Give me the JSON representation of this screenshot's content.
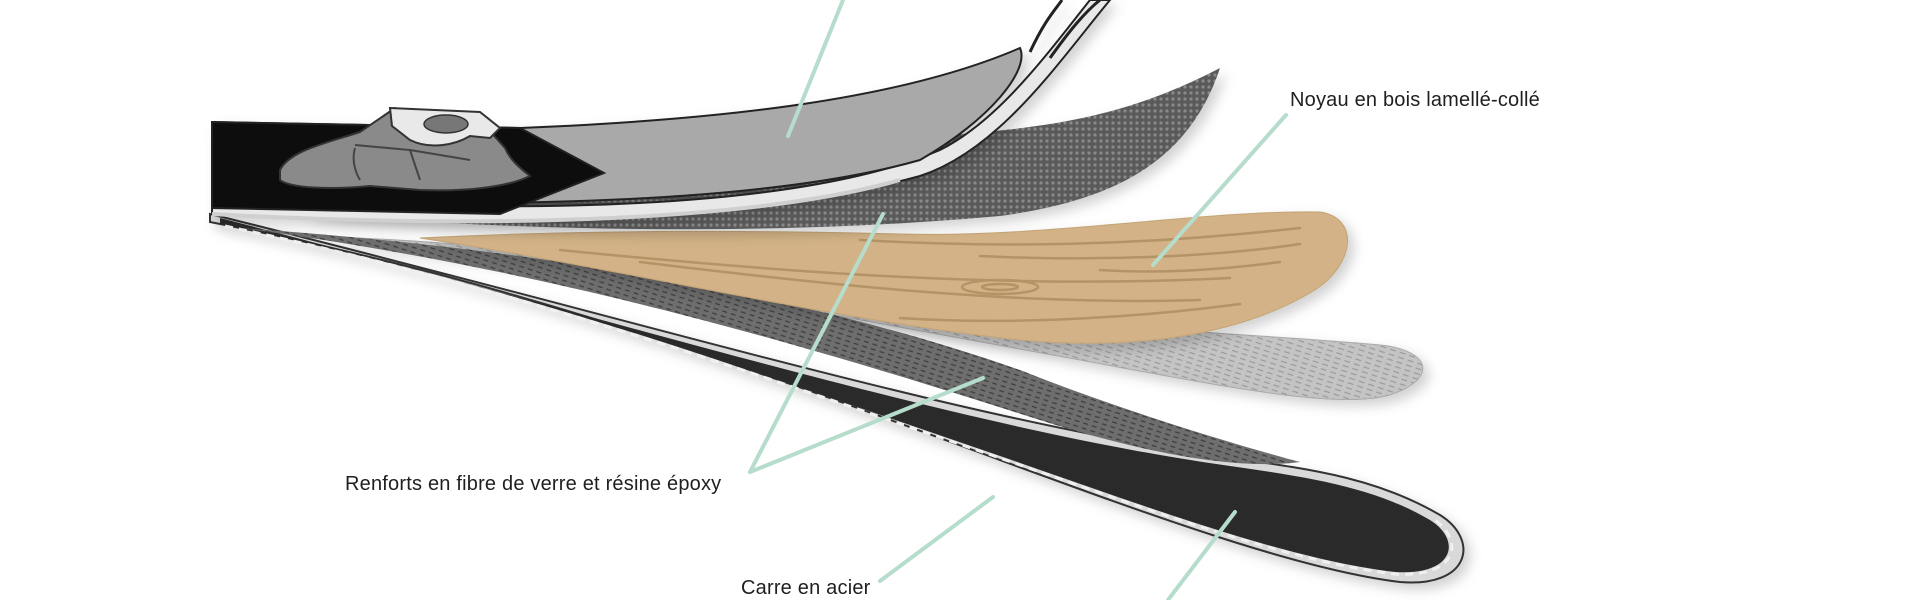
{
  "labels": {
    "core": "Noyau en bois lamellé-collé",
    "reinforcement": "Renforts en fibre de verre et résine époxy",
    "edge": "Carre en acier"
  },
  "colors": {
    "leader_line": "#b6dccb",
    "topsheet": "#a9a9a9",
    "binding_black": "#0d0d0d",
    "mesh_dark": "#6a6a6a",
    "wood": "#d2b286",
    "wood_grain": "#b49466",
    "fiber_light": "#c9c9c9",
    "fiber_dark": "#7a7a7a",
    "base": "#2c2c2c",
    "edge_rim": "#d9d9d9"
  },
  "icons": {
    "binding": "ski-binding-icon"
  }
}
